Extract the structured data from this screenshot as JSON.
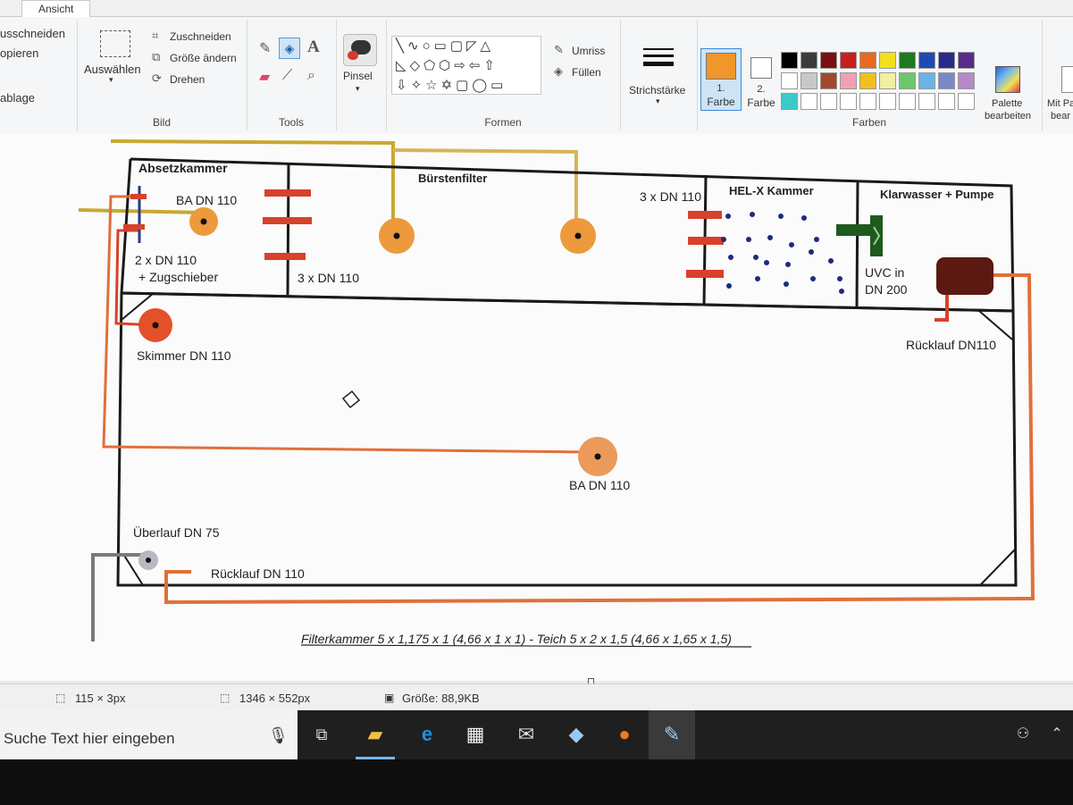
{
  "ribbon": {
    "tab_active": "Ansicht",
    "clipboard": {
      "cut": "usschneiden",
      "copy": "opieren",
      "label": "ablage"
    },
    "image": {
      "select": "Auswählen",
      "crop": "Zuschneiden",
      "resize": "Größe ändern",
      "rotate": "Drehen",
      "label": "Bild"
    },
    "tools": {
      "label": "Tools"
    },
    "brush": {
      "label": "Pinsel"
    },
    "shapes": {
      "outline": "Umriss",
      "fill": "Füllen",
      "label": "Formen"
    },
    "stroke": {
      "label": "Strichstärke"
    },
    "color1": {
      "num": "1.",
      "label": "Farbe",
      "value": "#f0962a"
    },
    "color2": {
      "num": "2.",
      "label": "Farbe",
      "value": "#ffffff"
    },
    "colors": {
      "label": "Farben",
      "row1": [
        "#000000",
        "#3c3c3c",
        "#7a1010",
        "#c81e1e",
        "#e86a1e",
        "#f0e020",
        "#1e7a1e",
        "#1e4ab4",
        "#2a2a8a",
        "#5a2a8a"
      ],
      "row2": [
        "#ffffff",
        "#c8c8c8",
        "#a04a2a",
        "#f0a0b4",
        "#f0c01e",
        "#f0f0a0",
        "#6ac86a",
        "#6ab4e8",
        "#7a8ac8",
        "#b48ac8"
      ],
      "row3": [
        "#3ccac8",
        "#ffffff",
        "#ffffff",
        "#ffffff",
        "#ffffff",
        "#ffffff",
        "#ffffff",
        "#ffffff",
        "#ffffff",
        "#ffffff"
      ]
    },
    "palette_edit": {
      "line1": "Palette",
      "line2": "bearbeiten"
    },
    "mit_paint": {
      "line1": "Mit Pa",
      "line2": "bear"
    }
  },
  "diagram": {
    "absetzkammer": "Absetzkammer",
    "buerstenfilter": "Bürstenfilter",
    "helx": "HEL-X Kammer",
    "klarwasser": "Klarwasser + Pumpe",
    "ba_top": "BA DN 110",
    "zugschieber1": "2 x DN 110",
    "zugschieber2": "+ Zugschieber",
    "three_dn_a": "3 x DN 110",
    "three_dn_b": "3 x DN 110",
    "uvc1": "UVC in",
    "uvc2": "DN 200",
    "skimmer": "Skimmer DN 110",
    "ruecklauf_right": "Rücklauf DN110",
    "ba_bottom": "BA DN 110",
    "ueberlauf": "Überlauf DN 75",
    "ruecklauf_bottom": "Rücklauf DN 110",
    "caption": "Filterkammer 5 x 1,175 x 1 (4,66 x 1 x 1) - Teich 5 x 2 x 1,5 (4,66 x 1,65 x 1,5)"
  },
  "status": {
    "selection": "115 × 3px",
    "canvas": "1346 × 552px",
    "size": "Größe: 88,9KB"
  },
  "taskbar": {
    "search_placeholder": "Suche Text hier eingeben"
  }
}
